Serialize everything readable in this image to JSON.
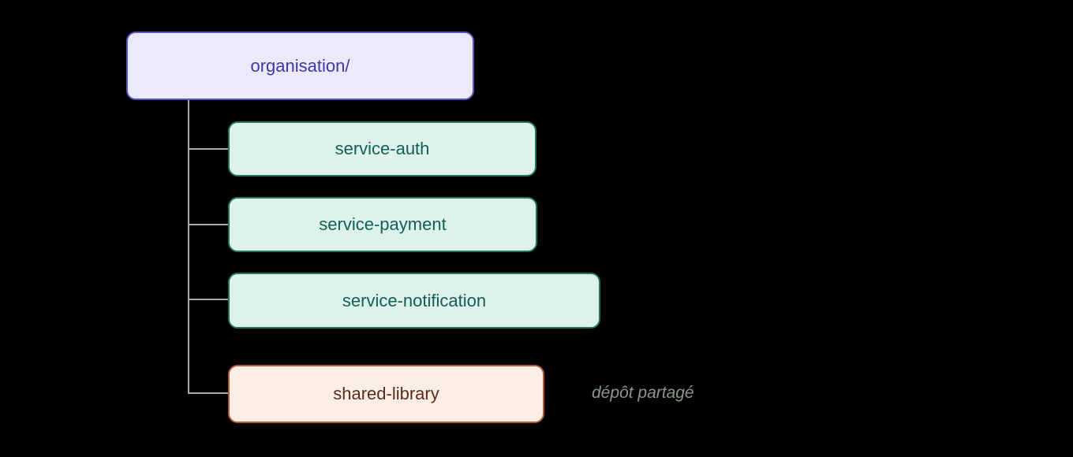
{
  "diagram": {
    "type": "tree",
    "background_color": "#000000",
    "connector_color": "#ababa4",
    "root": {
      "label": "organisation/",
      "fill": "#eceafa",
      "border_color": "#5a55c0",
      "text_color": "#3c38a8"
    },
    "children": [
      {
        "label": "service-auth",
        "fill": "#dff2e9",
        "border_color": "#20735f",
        "text_color": "#106058"
      },
      {
        "label": "service-payment",
        "fill": "#dff2e9",
        "border_color": "#20735f",
        "text_color": "#106058"
      },
      {
        "label": "service-notification",
        "fill": "#dff2e9",
        "border_color": "#20735f",
        "text_color": "#106058"
      },
      {
        "label": "shared-library",
        "fill": "#fbeee4",
        "border_color": "#b05b36",
        "text_color": "#5e2b20"
      }
    ],
    "annotation": {
      "label": "dépôt partagé",
      "color": "#8a9a8a",
      "attached_to": "shared-library"
    }
  }
}
